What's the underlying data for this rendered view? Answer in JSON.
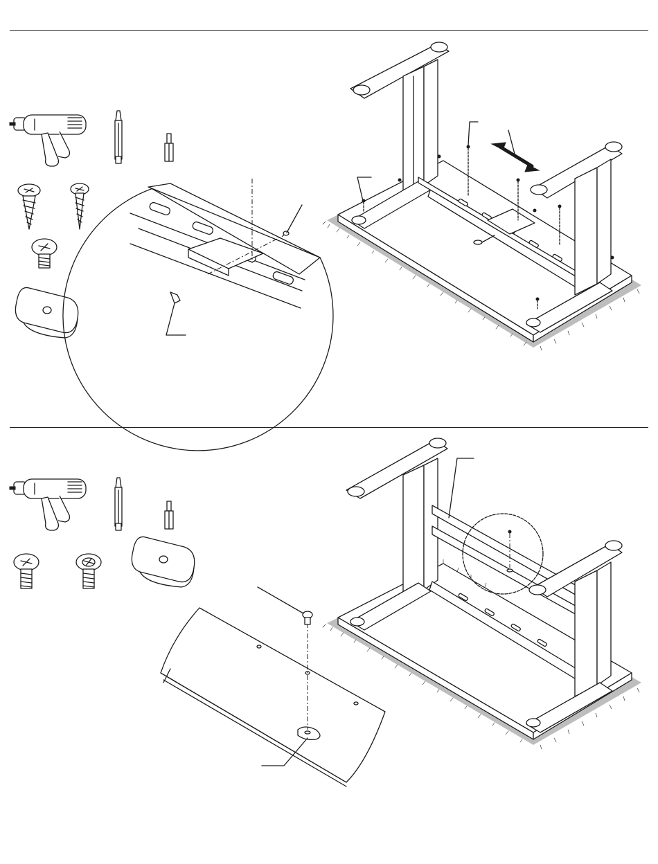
{
  "page": {
    "steps": [
      {
        "tools": [
          "drill-icon",
          "phillips-bit-icon",
          "hex-bit-icon"
        ],
        "hardware": [
          "wood-screw-flange-icon",
          "wood-screw-icon",
          "machine-screw-icon",
          "oval-washer-icon"
        ],
        "views": [
          "detail-circle-beam-slot",
          "table-frame-underside-adjust"
        ]
      },
      {
        "tools": [
          "drill-icon",
          "phillips-bit-icon",
          "hex-bit-icon"
        ],
        "hardware": [
          "machine-screw-icon",
          "machine-screw-alt-icon",
          "oval-washer-icon"
        ],
        "views": [
          "modesty-panel-detail",
          "table-frame-panel-installed"
        ]
      }
    ]
  }
}
